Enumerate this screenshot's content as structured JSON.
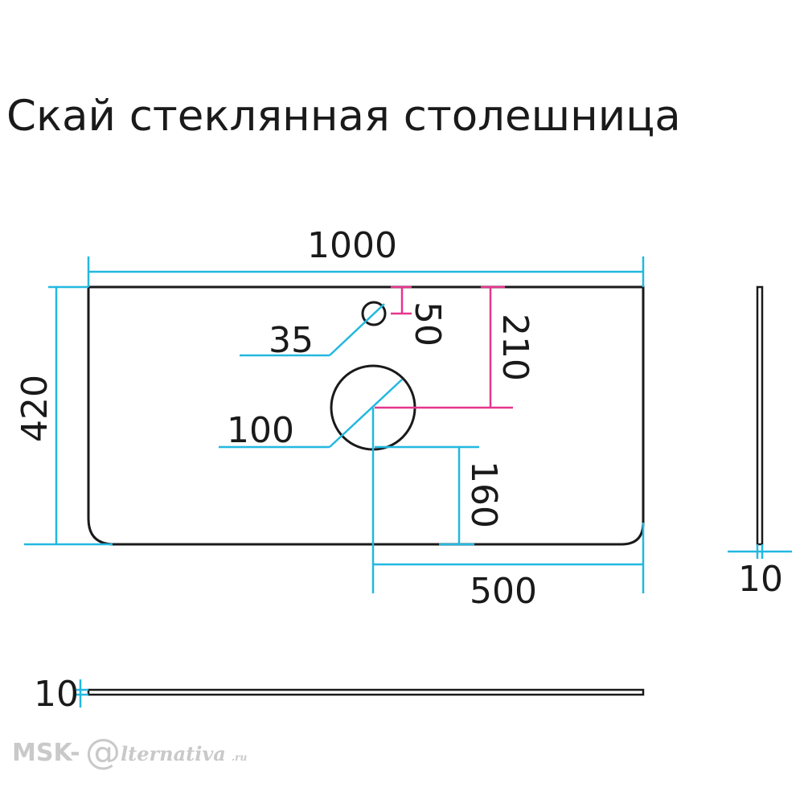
{
  "title": "Скай стеклянная столешница",
  "colors": {
    "outline": "#1a1a1a",
    "dimension_cyan": "#22b8e0",
    "dimension_magenta": "#e6368e",
    "watermark": "#c9c9c9"
  },
  "dimensions": {
    "width": "1000",
    "depth": "420",
    "small_hole_diameter": "35",
    "small_hole_offset": "50",
    "main_hole_diameter": "100",
    "main_hole_from_back": "210",
    "main_hole_from_front": "160",
    "main_hole_from_side": "500",
    "thickness_side_view": "10",
    "thickness_front_view": "10"
  },
  "watermark": {
    "prefix": "MSK-",
    "symbol": "@",
    "suffix": "lternativa",
    "domain": ".ru"
  }
}
